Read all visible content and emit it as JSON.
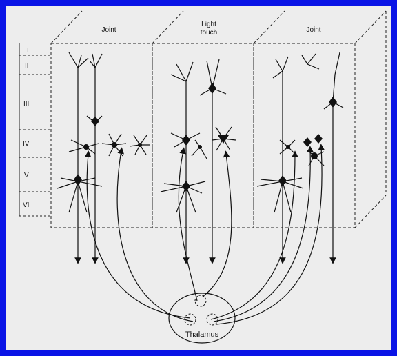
{
  "diagram": {
    "columns": [
      {
        "label_line1": "Joint",
        "label_line2": ""
      },
      {
        "label_line1": "Light",
        "label_line2": "touch"
      },
      {
        "label_line1": "Joint",
        "label_line2": ""
      }
    ],
    "layers": [
      "I",
      "II",
      "III",
      "IV",
      "V",
      "VI"
    ],
    "thalamus_label": "Thalamus"
  },
  "colors": {
    "border": "#0a14e6",
    "background": "#ededed",
    "ink": "#111111"
  }
}
